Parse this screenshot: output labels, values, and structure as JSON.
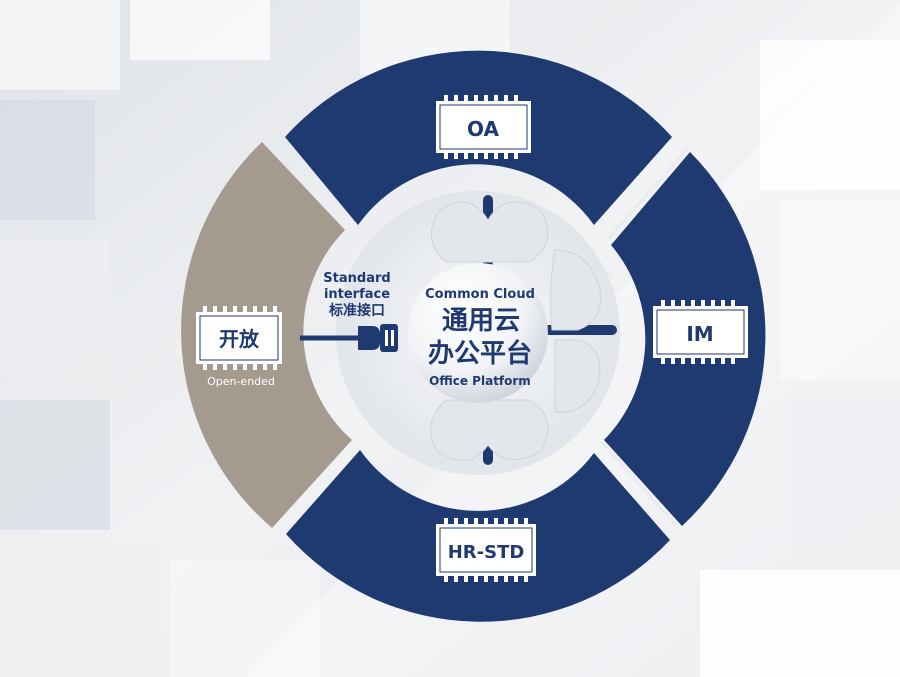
{
  "center": {
    "title_en": "Common Cloud",
    "title_cn_line1": "通用云",
    "title_cn_line2": "办公平台",
    "subtitle_en": "Office Platform"
  },
  "modules": {
    "oa": "OA",
    "im": "IM",
    "hr": "HR-STD"
  },
  "open_module": {
    "label": "开放",
    "sublabel": "Open-ended"
  },
  "interface": {
    "line1": "Standard",
    "line2": "interface",
    "line3": "标准接口"
  },
  "colors": {
    "ring": "#1f3a70",
    "open_segment": "#a49a8d",
    "chip_fill": "#ffffff",
    "background": "#e9ebee"
  }
}
